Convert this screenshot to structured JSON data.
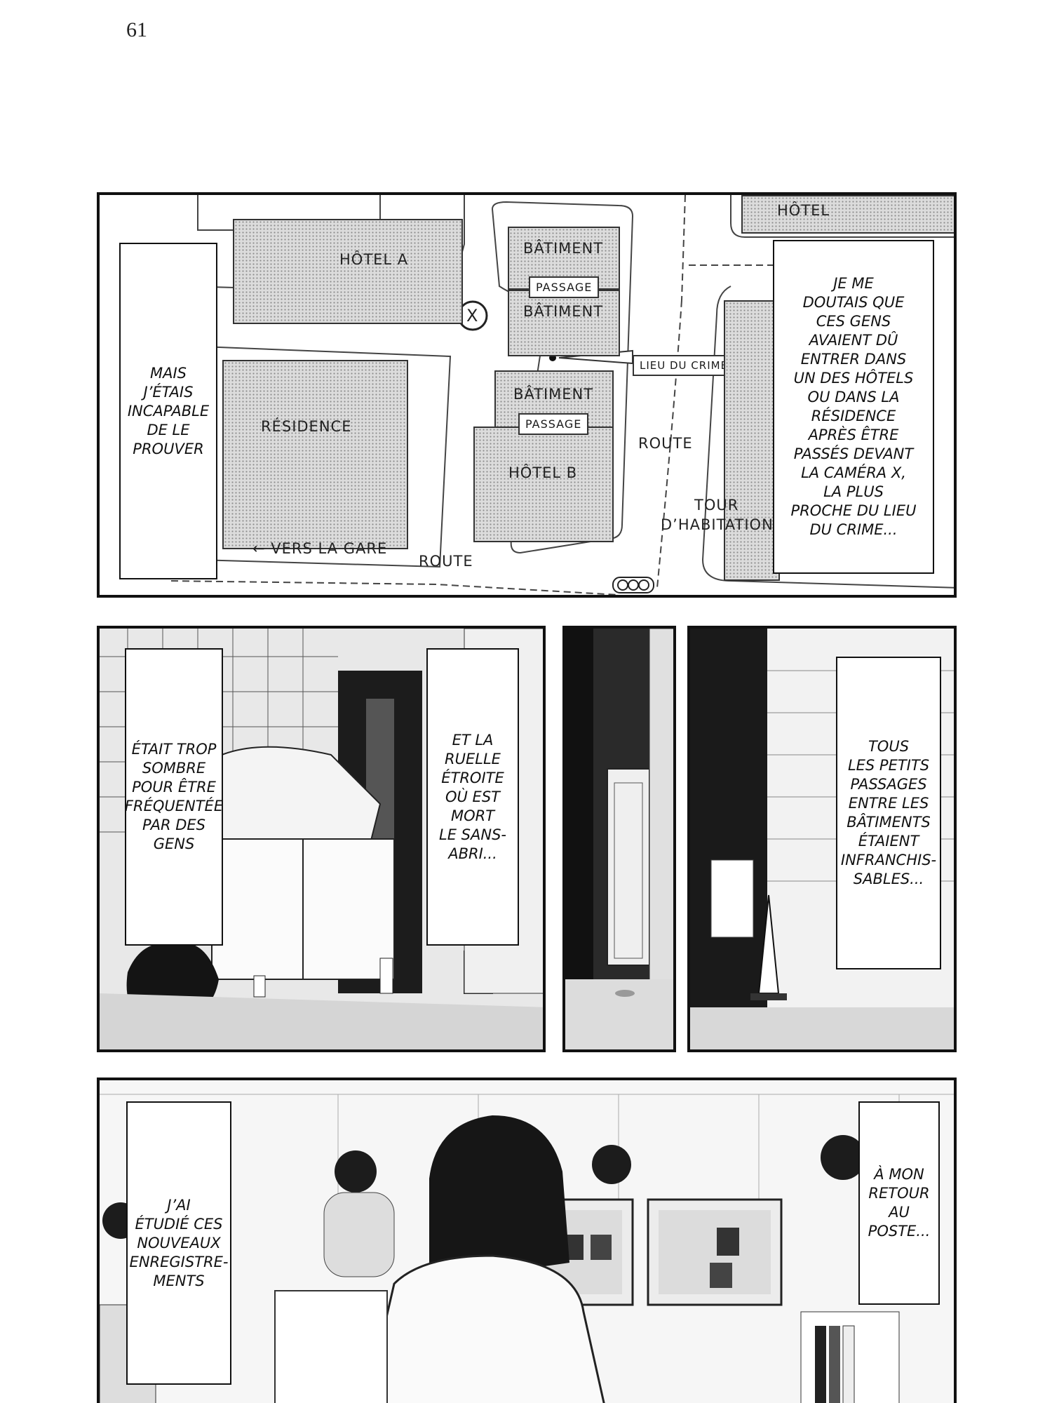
{
  "page": {
    "number": "61"
  },
  "map": {
    "hotel_a": "HÔTEL A",
    "hotel_top": "HÔTEL",
    "batiment_1": "BÂTIMENT",
    "passage_1": "PASSAGE",
    "batiment_2": "BÂTIMENT",
    "camera": "X",
    "crime_scene": "LIEU DU CRIME",
    "residence": "RÉSIDENCE",
    "batiment_3": "BÂTIMENT",
    "passage_2": "PASSAGE",
    "hotel_b": "HÔTEL B",
    "route_right": "ROUTE",
    "route_bottom": "ROUTE",
    "tower_line1": "TOUR",
    "tower_line2": "D’HABITATION",
    "to_station": "← VERS LA GARE"
  },
  "captions": {
    "map_left": "MAIS\nJ’ÉTAIS\nINCAPABLE\nDE LE\nPROUVER",
    "map_right": "JE ME\nDOUTAIS QUE\nCES GENS\nAVAIENT DÛ\nENTRER DANS\nUN DES HÔTELS\nOU DANS LA\nRÉSIDENCE\nAPRÈS ÊTRE\nPASSÉS DEVANT\nLA CAMÉRA X,\nLA PLUS\nPROCHE DU LIEU\nDU CRIME...",
    "alley_left": "ÉTAIT TROP\nSOMBRE\nPOUR ÊTRE\nFRÉQUENTÉE\nPAR DES\nGENS",
    "alley_right": "ET LA\nRUELLE\nÉTROITE\nOÙ EST\nMORT\nLE SANS-\nABRI...",
    "passages": "TOUS\nLES PETITS\nPASSAGES\nENTRE LES\nBÂTIMENTS\nÉTAIENT\nINFRANCHIS-\nSABLES...",
    "office_left": "J’AI\nÉTUDIÉ CES\nNOUVEAUX\nENREGISTRE-\nMENTS",
    "office_right": "À MON\nRETOUR\nAU\nPOSTE..."
  }
}
